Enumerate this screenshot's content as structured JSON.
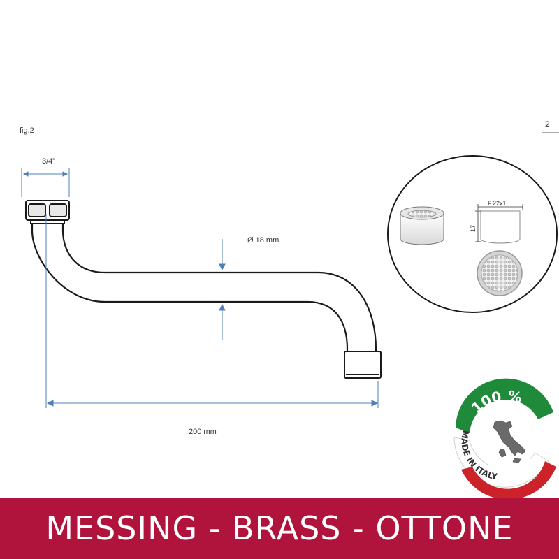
{
  "figure": {
    "label": "fig.2",
    "page_number": "2",
    "thread_label": "3/4”",
    "diameter_label": "Ø 18 mm",
    "length_label": "200 mm",
    "detail": {
      "thread_label": "F.22x1",
      "height_label": "17"
    }
  },
  "badge": {
    "percent": "100 %",
    "text": "MADE IN ITALY",
    "map_icon": "italy-map-icon"
  },
  "banner": {
    "text": "MESSING - BRASS - OTTONE"
  },
  "colors": {
    "dimension_line": "#4f7fb5",
    "outline": "#1a1a1a",
    "banner": "#b0143c",
    "badge_green": "#1f8a3a",
    "badge_red": "#cc2229"
  }
}
